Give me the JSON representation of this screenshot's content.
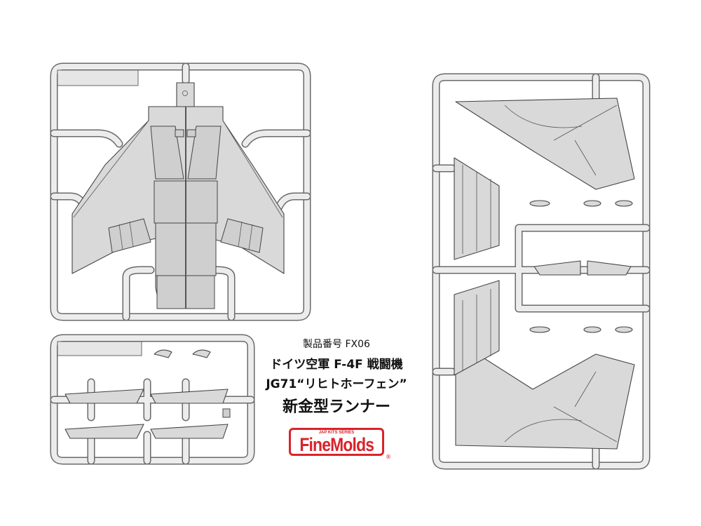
{
  "caption": {
    "product_number": "製品番号 FX06",
    "title_line1": "ドイツ空軍 F-4F 戦闘機",
    "title_line2": "JG71“リヒトホーフェン”",
    "title_line3": "新金型ランナー"
  },
  "logo": {
    "brand": "FineMolds",
    "tagline": "JAP KITS SERIES",
    "registered": "®"
  },
  "colors": {
    "runner": "#6a6a6a",
    "part": "#d9d9d9",
    "logo_red": "#d9232a"
  }
}
